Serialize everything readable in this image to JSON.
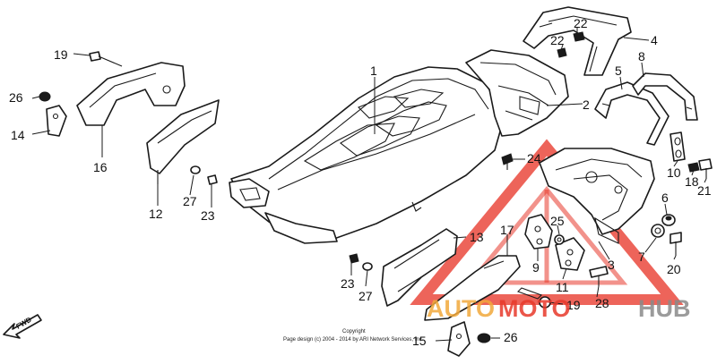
{
  "callouts": {
    "c1": "1",
    "c2": "2",
    "c3": "3",
    "c4": "4",
    "c5": "5",
    "c6": "6",
    "c7": "7",
    "c8": "8",
    "c9": "9",
    "c10": "10",
    "c11": "11",
    "c12": "12",
    "c13": "13",
    "c14": "14",
    "c15": "15",
    "c16": "16",
    "c17": "17",
    "c18": "18",
    "c19a": "19",
    "c19b": "19",
    "c20": "20",
    "c21": "21",
    "c22a": "22",
    "c22b": "22",
    "c23a": "23",
    "c23b": "23",
    "c24": "24",
    "c25": "25",
    "c26a": "26",
    "c26b": "26",
    "c27a": "27",
    "c27b": "27",
    "c28": "28"
  },
  "copyright": {
    "line1": "Copyright",
    "line2": "Page design (c) 2004 - 2014 by ARI Network Services, Inc."
  },
  "fwd_label": "FWD",
  "watermark": {
    "part1": "AUTO",
    "part2": "MOTO",
    "part3": "HUB",
    "color_orange": "#f2a93b",
    "color_red": "#e8392b",
    "color_gray": "#8a8a8a"
  }
}
